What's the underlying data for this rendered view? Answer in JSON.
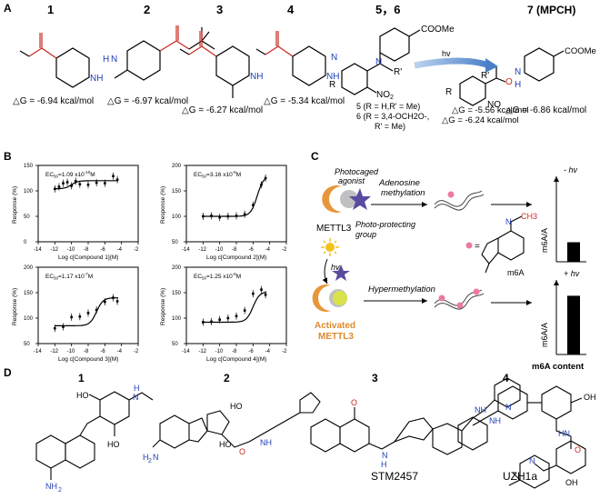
{
  "panels": {
    "a": "A",
    "b": "B",
    "c": "C",
    "d": "D"
  },
  "panel_a": {
    "compounds": [
      {
        "num": "1",
        "dg": "△G = -6.94 kcal/mol"
      },
      {
        "num": "2",
        "dg": "△G = -6.97 kcal/mol"
      },
      {
        "num": "3",
        "dg": "△G = -6.27 kcal/mol"
      },
      {
        "num": "4",
        "dg": "△G = -5.34 kcal/mol"
      }
    ],
    "cpd56_title": "5，6",
    "cpd7_title": "7 (MPCH)",
    "cpd7_dg": "△G = -6.86 kcal/mol",
    "hv": "hv",
    "cpd56_note1": "5 (R = H,R' = Me)",
    "cpd56_note2": "6 (R = 3,4-OCH2O-,",
    "cpd56_note3": "R' = Me)",
    "cpd56_dg1": "△G = -5.56 kcal/mol",
    "cpd56_dg2": "△G = -6.24 kcal/mol",
    "atoms": {
      "nh": "NH",
      "h": "H",
      "n": "N",
      "coome": "COOMe",
      "no2": "NO",
      "no2_sub": "2",
      "no": "NO",
      "r": "R",
      "rp": "R'",
      "o": "O"
    }
  },
  "panel_b": {
    "ylabel": "Response (%)",
    "charts": [
      {
        "ec50": "EC",
        "ec50_sub": "50",
        "ec50_val": "=1.09 x10",
        "ec50_exp": "-10",
        "ec50_unit": "M",
        "xlabel": "Log c[Compound 1](M)"
      },
      {
        "ec50": "EC",
        "ec50_sub": "50",
        "ec50_val": "=3.16 x10",
        "ec50_exp": "-6",
        "ec50_unit": "M",
        "xlabel": "Log c[Compound 2](M)"
      },
      {
        "ec50": "EC",
        "ec50_sub": "50",
        "ec50_val": "=1.17 x10",
        "ec50_exp": "-7",
        "ec50_unit": "M",
        "xlabel": "Log c[Compound 3](M)"
      },
      {
        "ec50": "EC",
        "ec50_sub": "50",
        "ec50_val": "=1.25 x10",
        "ec50_exp": "-6",
        "ec50_unit": "M",
        "xlabel": "Log c[Compound 4](M)"
      }
    ]
  },
  "panel_c": {
    "photocaged": "Photocaged",
    "agonist": "agonist",
    "photoprot1": "Photo-protecting",
    "photoprot2": "group",
    "adeno1": "Adenosine",
    "adeno2": "methylation",
    "mettl3": "METTL3",
    "hv": "hv",
    "activated1": "Activated",
    "activated2": "METTL3",
    "hyper": "Hypermethylation",
    "minus_hv": "- hv",
    "plus_hv": "+ hv",
    "yaxis": "m6A/A",
    "content": "m6A content",
    "m6a": "m6A",
    "ch3": "CH3",
    "bar_minus": 0.25,
    "bar_plus": 0.85
  },
  "panel_d": {
    "titles": [
      "1",
      "2",
      "3",
      "4"
    ],
    "names": {
      "3": "STM2457",
      "4": "UZH1a"
    }
  },
  "colors": {
    "n_blue": "#1f3fb5",
    "o_red": "#c8281e",
    "methyl_red": "#d62828",
    "mettl3": "#e8963a",
    "activated": "#e08a2e",
    "star": "#5b4ba0",
    "sun": "#f2c21b",
    "ball": "#ec7aa0"
  }
}
